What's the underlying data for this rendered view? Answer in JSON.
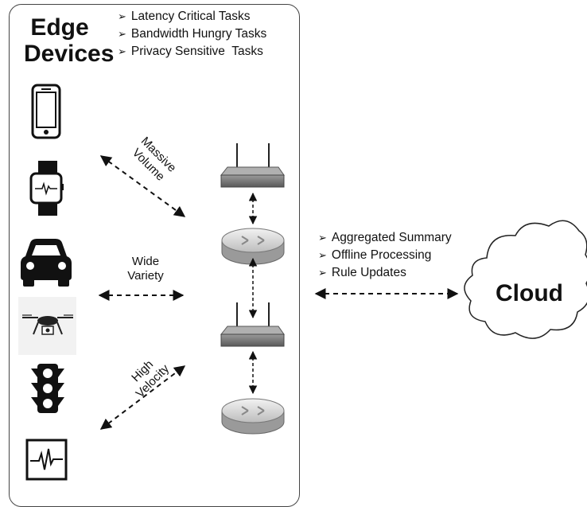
{
  "edge_panel": {
    "title_line1": "Edge",
    "title_line2": "Devices",
    "tasks": [
      "Latency Critical Tasks",
      "Bandwidth Hungry Tasks",
      "Privacy Sensitive  Tasks"
    ],
    "devices": [
      "smartphone-icon",
      "smartwatch-icon",
      "car-icon",
      "drone-icon",
      "traffic-light-icon",
      "monitor-heartbeat-icon"
    ]
  },
  "links": {
    "volume": "Massive\nVolume",
    "variety_line1": "Wide",
    "variety_line2": "Variety",
    "velocity": "High\nVelocity"
  },
  "network": {
    "nodes": [
      "wifi-router-icon",
      "router-icon",
      "wifi-router-icon",
      "router-icon"
    ]
  },
  "cloud_link": {
    "items": [
      "Aggregated Summary",
      "Offline Processing",
      "Rule Updates"
    ]
  },
  "cloud": {
    "label": "Cloud"
  }
}
